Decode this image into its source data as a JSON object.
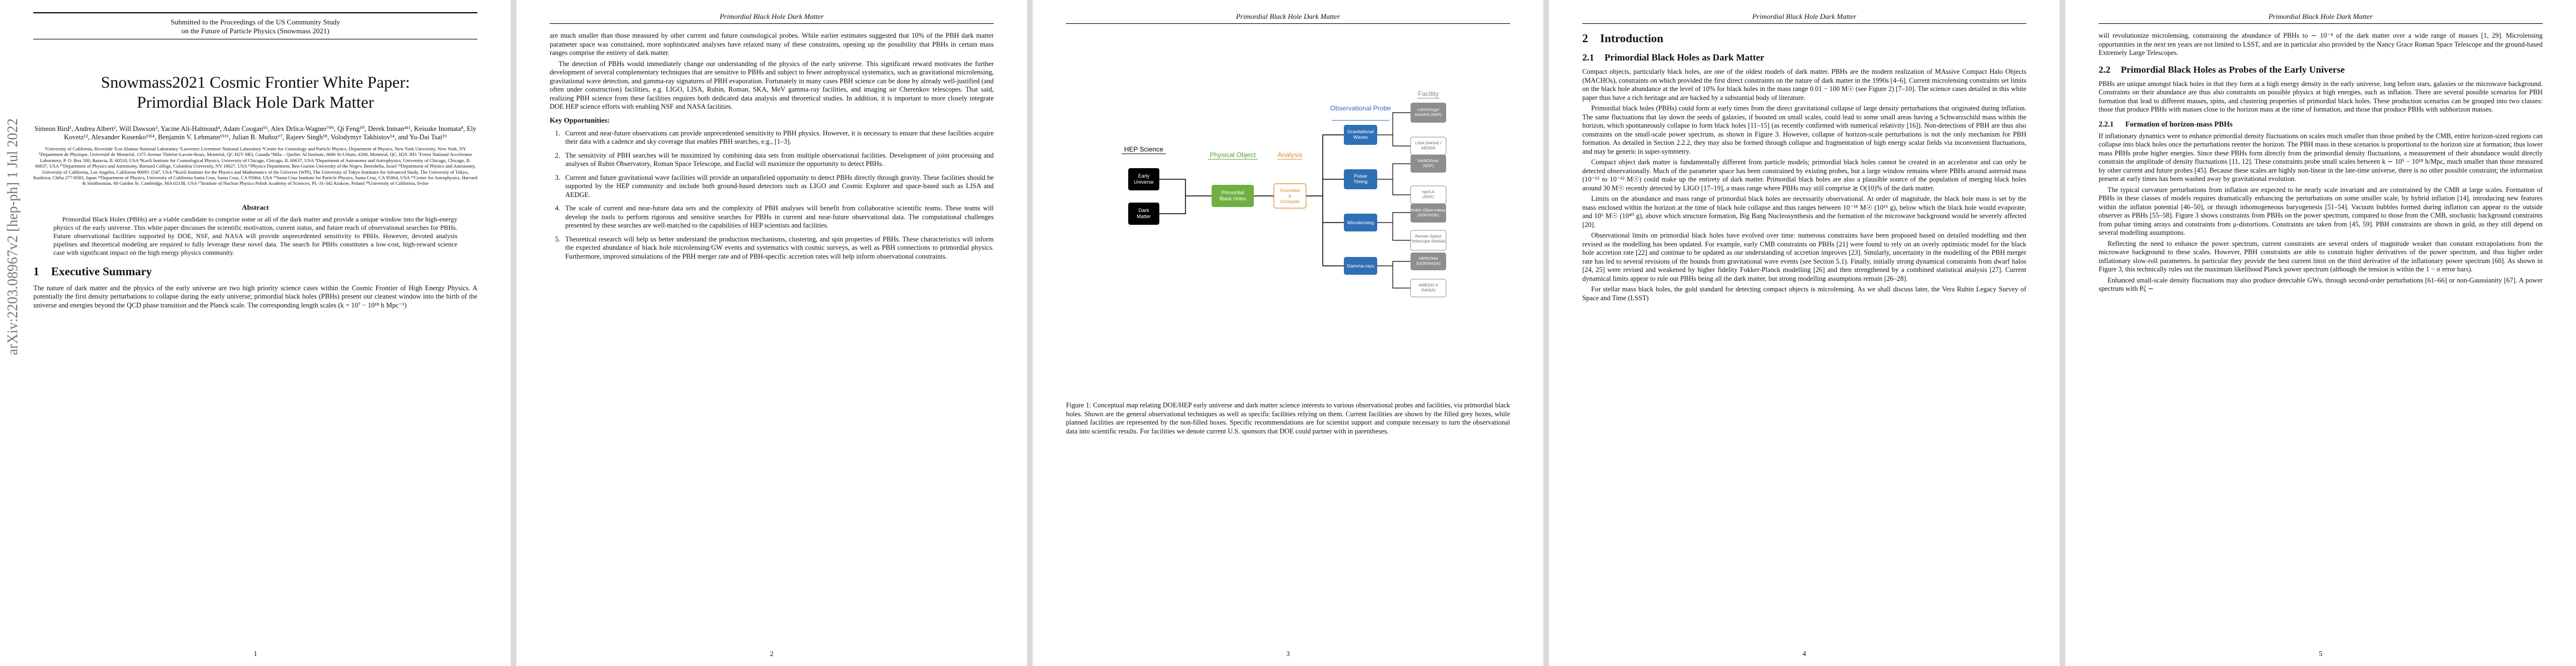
{
  "running_head": "Primordial Black Hole Dark Matter",
  "arxiv_id": "arXiv:2203.08967v2  [hep-ph]  1 Jul 2022",
  "page1": {
    "submitted": [
      "Submitted to the Proceedings of the US Community Study",
      "on the Future of Particle Physics (Snowmass 2021)"
    ],
    "title": [
      "Snowmass2021 Cosmic Frontier White Paper:",
      "Primordial Black Hole Dark Matter"
    ],
    "authors": "Simeon Bird¹, Andrea Albert², Will Dawson³, Yacine Ali-Haïmoud⁴, Adam Coogan⁵⁶, Alex Drlica-Wagner⁷⁸⁹, Qi Feng¹⁰, Derek Inman⁴¹¹, Keisuke Inomata⁸, Ely Kovetz¹², Alexander Kusenko¹³¹⁴, Benjamin V. Lehmann¹⁵¹⁶, Julian B. Muñoz¹⁷, Rajeev Singh¹⁸, Volodymyr Takhistov¹⁴, and Yu-Dai Tsai¹⁹",
    "affiliations": "¹University of California, Riverside  ²Los Alamos National Laboratory  ³Lawrence Livermore National Laboratory  ⁴Center for Cosmology and Particle Physics, Department of Physics, New York University, New York, NY  ⁵Department de Physique, Université de Montréal, 1375 Avenue Thérèse-Lavoie-Roux, Montréal, QC H2V 0B3, Canada  ⁶Mila – Quebec AI Institute, 6666 St-Urbain, #200, Montreal, QC, H2S 3H1  ⁷Fermi National Accelerator Laboratory, P. O. Box 500, Batavia, IL 60510, USA  ⁸Kavli Institute for Cosmological Physics, University of Chicago, Chicago, IL 60637, USA  ⁹Department of Astronomy and Astrophysics, University of Chicago, Chicago, IL 60637, USA  ¹⁰Department of Physics and Astronomy, Barnard College, Columbia University, NY 10027, USA  ¹¹Physics Department, Ben-Gurion University of the Negev, Beersheba, Israel  ¹²Department of Physics and Astronomy, University of California, Los Angeles, California 90095-1547, USA  ¹³Kavli Institute for the Physics and Mathematics of the Universe (WPI), The University of Tokyo Institutes for Advanced Study, The University of Tokyo, Kashiwa, Chiba 277-8583, Japan  ¹⁴Department of Physics, University of California Santa Cruz, Santa Cruz, CA 95064, USA  ¹⁵Santa Cruz Institute for Particle Physics, Santa Cruz, CA 95064, USA  ¹⁶Center for Astrophysics, Harvard & Smithsonian, 60 Garden St. Cambridge, MA 02138, USA  ¹⁷Institute of Nuclear Physics Polish Academy of Sciences, PL-31-342 Krakow, Poland  ¹⁸University of California, Irvine",
    "abstract_heading": "Abstract",
    "abstract": "Primordial Black Holes (PBHs) are a viable candidate to comprise some or all of the dark matter and provide a unique window into the high-energy physics of the early universe. This white paper discusses the scientific motivation, current status, and future reach of observational searches for PBHs. Future observational facilities supported by DOE, NSF, and NASA will provide unprecedented sensitivity to PBHs. However, devoted analysis pipelines and theoretical modeling are required to fully leverage these novel data. The search for PBHs constitutes a low-cost, high-reward science case with significant impact on the high energy physics community.",
    "section_num": "1",
    "section_title": "Executive Summary",
    "exec_summary": "The nature of dark matter and the physics of the early universe are two high priority science cases within the Cosmic Frontier of High Energy Physics. A potentially the first density perturbations to collapse during the early universe; primordial black holes (PBHs) present our cleanest window into the birth of the universe and energies beyond the QCD phase transition and the Planck scale. The corresponding length scales (k = 10⁷ − 10¹⁸ h Mpc⁻¹)",
    "page_number": "1"
  },
  "page2": {
    "paragraphs": [
      "are much smaller than those measured by other current and future cosmological probes. While earlier estimates suggested that 10% of the PBH dark matter parameter space was constrained, more sophisticated analyses have relaxed many of these constraints, opening up the possibility that PBHs in certain mass ranges comprise the entirety of dark matter.",
      "The detection of PBHs would immediately change our understanding of the physics of the early universe. This significant reward motivates the further development of several complementary techniques that are sensitive to PBHs and subject to fewer astrophysical systematics, such as gravitational microlensing, gravitational wave detection, and gamma-ray signatures of PBH evaporation. Fortunately in many cases PBH science can be done by already well-justified (and often under construction) facilities, e.g. LIGO, LISA, Rubin, Roman, SKA, MeV gamma-ray facilities, and imaging air Cherenkov telescopes. That said, realizing PBH science from these facilities requires both dedicated data analysis and theoretical studies. In addition, it is important to more closely integrate DOE HEP science efforts with enabling NSF and NASA facilities."
    ],
    "opps_heading": "Key Opportunities:",
    "opportunities": [
      "Current and near-future observations can provide unprecedented sensitivity to PBH physics. However, it is necessary to ensure that these facilities acquire their data with a cadence and sky coverage that enables PBH searches, e.g., [1–3].",
      "The sensitivity of PBH searches will be maximized by combining data sets from multiple observational facilities. Development of joint processing and analyses of Rubin Observatory, Roman Space Telescope, and Euclid will maximize the opportunity to detect PBHs.",
      "Current and future gravitational wave facilities will provide an unparalleled opportunity to detect PBHs directly through gravity. These facilities should be supported by the HEP community and include both ground-based detectors such as LIGO and Cosmic Explorer and space-based such as LISA and AEDGE.",
      "The scale of current and near-future data sets and the complexity of PBH analyses will benefit from collaborative scientific teams. These teams will develop the tools to perform rigorous and sensitive searches for PBHs in current and near-future observational data. The computational challenges presented by these searches are well-matched to the capabilities of HEP scientists and facilities.",
      "Theoretical research will help us better understand the production mechanisms, clustering, and spin properties of PBHs. These characteristics will inform the expected abundance of black hole microlensing/GW events and systematics with cosmic surveys, as well as PBH connections to primordial physics. Furthermore, improved simulations of the PBH merger rate and of PBH-specific accretion rates will help inform observational constraints."
    ],
    "page_number": "2"
  },
  "page3": {
    "figure": {
      "hep_science": "HEP Science",
      "physical_object": "Physical Object",
      "analysis": "Analysis",
      "observational_probe": "Observational Probe",
      "facility": "Facility",
      "early_universe": "Early Universe",
      "dark_matter": "Dark Matter",
      "primordial_black_holes": "Primordial Black Holes",
      "scientists_compute": "Scientists & Compute",
      "probes": [
        "Gravitational Waves",
        "Pulsar Timing",
        "Microlensing",
        "Gamma-rays"
      ],
      "facilities": [
        "LIGO/Virgo/KAGRA (NSF)",
        "LISA (NASA) / AEDGE",
        "NANOGrav (NSF)",
        "ngVLA (NSF)",
        "Rubin Observatory (NSF/DOE)",
        "Roman Space Telescope (NASA)",
        "AMEGO-X (NASA)",
        "HERD/MA (DOE/NASA)"
      ]
    },
    "caption": "Figure 1: Conceptual map relating DOE/HEP early universe and dark matter science interests to various observational probes and facilities, via primordial black holes. Shown are the general observational techniques as well as specific facilities relying on them. Current facilities are shown by the filled grey boxes, while planned facilities are represented by the non-filled boxes. Specific recommendations are for scientist support and compute necessary to turn the observational data into scientific results. For facilities we denote current U.S. sponsors that DOE could partner with in parentheses.",
    "page_number": "3"
  },
  "page4": {
    "section_num": "2",
    "section_title": "Introduction",
    "sub_num": "2.1",
    "sub_title": "Primordial Black Holes as Dark Matter",
    "paragraphs": [
      "Compact objects, particularly black holes, are one of the oldest models of dark matter. PBHs are the modern realization of MAssive Compact Halo Objects (MACHOs), constraints on which provided the first direct constraints on the nature of dark matter in the 1990s [4–6]. Current microlensing constraints set limits on the black hole abundance at the level of 10% for black holes in the mass range 0.01 − 100 M☉ (see Figure 2) [7–10]. The science cases detailed in this white paper thus have a rich heritage and are backed by a substantial body of literature.",
      "Primordial black holes (PBHs) could form at early times from the direct gravitational collapse of large density perturbations that originated during inflation. The same fluctuations that lay down the seeds of galaxies, if boosted on small scales, could lead to some small areas having a Schwarzschild mass within the horizon, which spontaneously collapse to form black holes [11–15] (as recently confirmed with numerical relativity [16]). Non-detections of PBH are thus also constraints on the small-scale power spectrum, as shown in Figure 3. However, collapse of horizon-scale perturbations is not the only mechanism for PBH formation. As detailed in Section 2.2.2, they may also be formed through collapse and fragmentation of high energy scalar fields via inconvenient fluctuations, and may be generic in super-symmetry.",
      "Compact object dark matter is fundamentally different from particle models; primordial black holes cannot be created in an accelerator and can only be detected observationally. Much of the parameter space has been constrained by existing probes, but a large window remains where PBHs around asteroid mass (10⁻¹⁵ to 10⁻¹² M☉) could make up the entirety of dark matter. Primordial black holes are also a plausible source of the population of merging black holes around 30 M☉ recently detected by LIGO [17–19], a mass range where PBHs may still comprise ≳ O(10)% of the dark matter.",
      "Limits on the abundance and mass range of primordial black holes are necessarily observational. At order of magnitude, the black hole mass is set by the mass enclosed within the horizon at the time of black hole collapse and thus ranges between 10⁻¹⁸ M☉ (10¹⁵ g), below which the black hole would evaporate, and 10⁶ M☉ (10⁴⁰ g), above which structure formation, Big Bang Nucleosynthesis and the formation of the microwave background would be severely affected [20].",
      "Observational limits on primordial black holes have evolved over time: numerous constraints have been proposed based on detailed modelling and then revised as the modelling has been updated. For example, early CMB constraints on PBHs [21] were found to rely on an overly optimistic model for the black hole accretion rate [22] and continue to be updated as our understanding of accretion improves [23]. Similarly, uncertainty in the modelling of the PBH merger rate has led to several revisions of the bounds from gravitational wave events (see Section 5.1). Finally, initially strong dynamical constraints from dwarf halos [24, 25] were revised and weakened by higher fidelity Fokker-Planck modelling [26] and then strengthened by a combined statistical analysis [27]. Current dynamical limits appear to rule out PBHs being all the dark matter, but strong modelling assumptions remain [26–28].",
      "For stellar mass black holes, the gold standard for detecting compact objects is microlensing. As we shall discuss later, the Vera Rubin Legacy Survey of Space and Time (LSST)"
    ],
    "page_number": "4"
  },
  "page5": {
    "para_top": "will revolutionize microlensing, constraining the abundance of PBHs to ∼ 10⁻⁴ of the dark matter over a wide range of masses [1, 29]. Microlensing opportunities in the next ten years are not limited to LSST, and are in particular also provided by the Nancy Grace Roman Space Telescope and the ground-based Extremely Large Telescopes.",
    "sub_num": "2.2",
    "sub_title": "Primordial Black Holes as Probes of the Early Universe",
    "para_22": "PBHs are unique amongst black holes in that they form at a high energy density in the early universe, long before stars, galaxies or the microwave background. Constraints on their abundance are thus also constraints on possible physics at high energies, such as inflation. There are several possible scenarios for PBH formation that lead to different masses, spins, and clustering properties of primordial black holes. These production scenarios can be grouped into two classes: those that produce PBHs with masses close to the horizon mass at the time of formation, and those that produce PBHs with subhorizon masses.",
    "subsub_num": "2.2.1",
    "subsub_title": "Formation of horizon-mass PBHs",
    "paragraphs": [
      "If inflationary dynamics were to enhance primordial density fluctuations on scales much smaller than those probed by the CMB, entire horizon-sized regions can collapse into black holes once the perturbations reenter the horizon. The PBH mass in these scenarios is proportional to the horizon size at formation; thus lower mass PBHs probe higher energies. Since these PBHs form directly from the primordial density fluctuations, a measurement of their abundance would directly constrain the amplitude of density fluctuations [11, 12]. These constraints probe small scales between k ∼ 10⁵ − 10¹⁸ h/Mpc, much smaller than those measured by other current and future probes [45]. Because these scales are highly non-linear in the late-time universe, there is no other possible constraint; the information present at early times has been washed away by gravitational evolution.",
      "The typical curvature perturbations from inflation are expected to be nearly scale invariant and are constrained by the CMB at large scales. Formation of PBHs in these classes of models requires dramatically enhancing the perturbations on some smaller scale, by hybrid inflation [14], introducing new features within the inflaton potential [46–50], or through inhomogeneous baryogenesis [51–54]. Vacuum bubbles formed during inflation can appear to the outside observer as PBHs [55–58]. Figure 3 shows constraints from PBHs on the power spectrum, compared to those from the CMB, stochastic background constraints from pulsar timing arrays and constraints from μ-distortions. Constraints are taken from [45, 59]. PBH constraints are shown in gold, as they still depend on several modelling assumptions.",
      "Reflecting the need to enhance the power spectrum, current constraints are several orders of magnitude weaker than constant extrapolations from the microwave background to these scales. However, PBH constraints are able to constrain higher derivatives of the power spectrum, and thus higher order inflationary slow-roll parameters. In particular they provide the best current limit on the third derivative of the inflationary power spectrum [60]. As shown in Figure 3, this technically rules out the maximum likelihood Planck power spectrum (although the tension is within the 1 − σ error bars).",
      "Enhanced small-scale density fluctuations may also produce detectable GWs, through second-order perturbations [61–66] or non-Gaussianity [67]. A power spectrum with Pζ ∼"
    ],
    "page_number": "5"
  }
}
